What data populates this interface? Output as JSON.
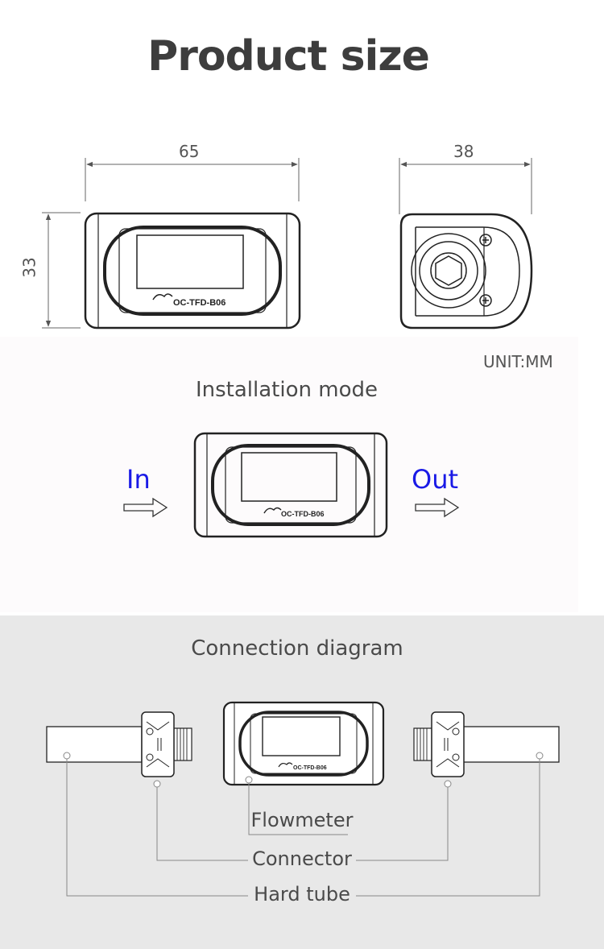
{
  "title": "Product size",
  "dimensions": {
    "width": "65",
    "depth": "38",
    "height": "33",
    "unit_label": "UNIT:MM"
  },
  "device": {
    "model": "OC-TFD-B06"
  },
  "installation": {
    "title": "Installation mode",
    "in_label": "In",
    "out_label": "Out"
  },
  "connection": {
    "title": "Connection diagram",
    "flowmeter_label": "Flowmeter",
    "connector_label": "Connector",
    "hard_tube_label": "Hard tube"
  },
  "colors": {
    "flow_label": "#1a1ae6",
    "connection_bg": "#e8e8e8",
    "install_bg": "#fdfbfc",
    "line": "#222222"
  }
}
